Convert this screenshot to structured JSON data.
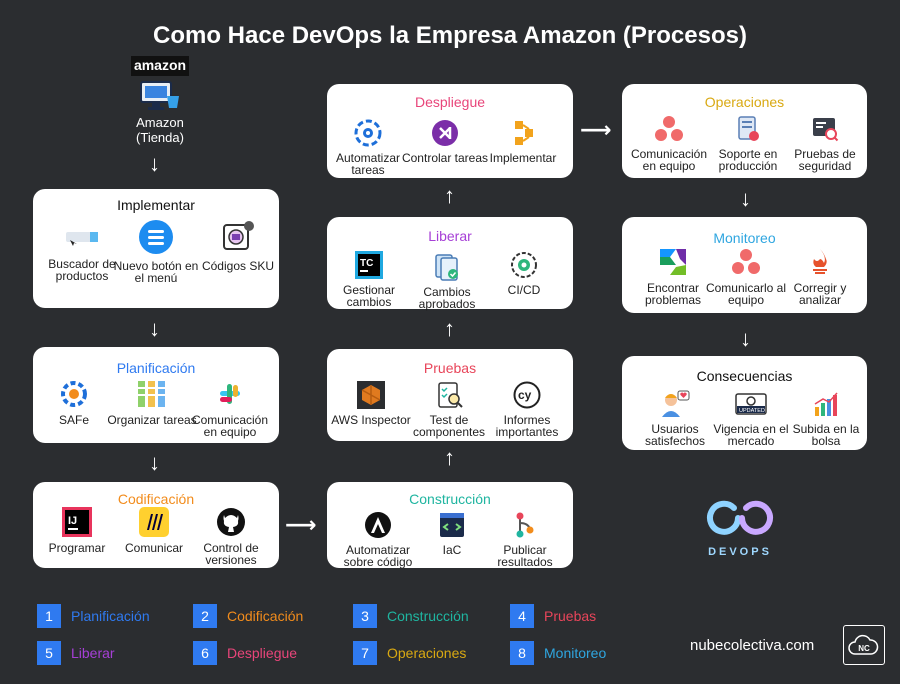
{
  "title": "Como Hace DevOps la Empresa Amazon (Procesos)",
  "amazon": {
    "logo_text": "amazon",
    "label": "Amazon\n(Tienda)"
  },
  "colors": {
    "background": "#2b2d30",
    "planificacion": "#2f7af0",
    "codificacion": "#f28c1c",
    "construccion": "#1fb5a0",
    "pruebas": "#e8455a",
    "liberar": "#a63fd6",
    "despliegue": "#e8457a",
    "operaciones": "#d9a912",
    "monitoreo": "#2fa6e0",
    "legend_badge": "#2f7af0"
  },
  "cards": {
    "implementar": {
      "title": "Implementar",
      "items": [
        "Buscador de productos",
        "Nuevo botón en el menú",
        "Códigos SKU"
      ]
    },
    "planificacion": {
      "title": "Planificación",
      "items": [
        "SAFe",
        "Organizar tareas",
        "Comunicación en equipo"
      ]
    },
    "codificacion": {
      "title": "Codificación",
      "items": [
        "Programar",
        "Comunicar",
        "Control de versiones"
      ]
    },
    "construccion": {
      "title": "Construcción",
      "items": [
        "Automatizar sobre código",
        "IaC",
        "Publicar resultados"
      ]
    },
    "pruebas": {
      "title": "Pruebas",
      "items": [
        "AWS Inspector",
        "Test de componentes",
        "Informes importantes"
      ]
    },
    "liberar": {
      "title": "Liberar",
      "items": [
        "Gestionar cambios",
        "Cambios aprobados",
        "CI/CD"
      ]
    },
    "despliegue": {
      "title": "Despliegue",
      "items": [
        "Automatizar tareas",
        "Controlar tareas",
        "Implementar"
      ]
    },
    "operaciones": {
      "title": "Operaciones",
      "items": [
        "Comunicación en equipo",
        "Soporte en producción",
        "Pruebas de seguridad"
      ]
    },
    "monitoreo": {
      "title": "Monitoreo",
      "items": [
        "Encontrar problemas",
        "Comunicarlo al equipo",
        "Corregir y analizar"
      ]
    },
    "consecuencias": {
      "title": "Consecuencias",
      "items": [
        "Usuarios satisfechos",
        "Vigencia en el mercado",
        "Subida en la bolsa"
      ]
    }
  },
  "icon_labels": {
    "tc": "TC",
    "ij": "IJ",
    "cy": "cy",
    "updated": "UPDATED"
  },
  "devops_logo_text": "DEVOPS",
  "legend": [
    {
      "num": "1",
      "label": "Planificación",
      "color": "#2f7af0"
    },
    {
      "num": "2",
      "label": "Codificación",
      "color": "#f28c1c"
    },
    {
      "num": "3",
      "label": "Construcción",
      "color": "#1fb5a0"
    },
    {
      "num": "4",
      "label": "Pruebas",
      "color": "#e8455a"
    },
    {
      "num": "5",
      "label": "Liberar",
      "color": "#a63fd6"
    },
    {
      "num": "6",
      "label": "Despliegue",
      "color": "#e8457a"
    },
    {
      "num": "7",
      "label": "Operaciones",
      "color": "#d9a912"
    },
    {
      "num": "8",
      "label": "Monitoreo",
      "color": "#2fa6e0"
    }
  ],
  "website": "nubecolectiva.com",
  "nc_badge": "NC"
}
